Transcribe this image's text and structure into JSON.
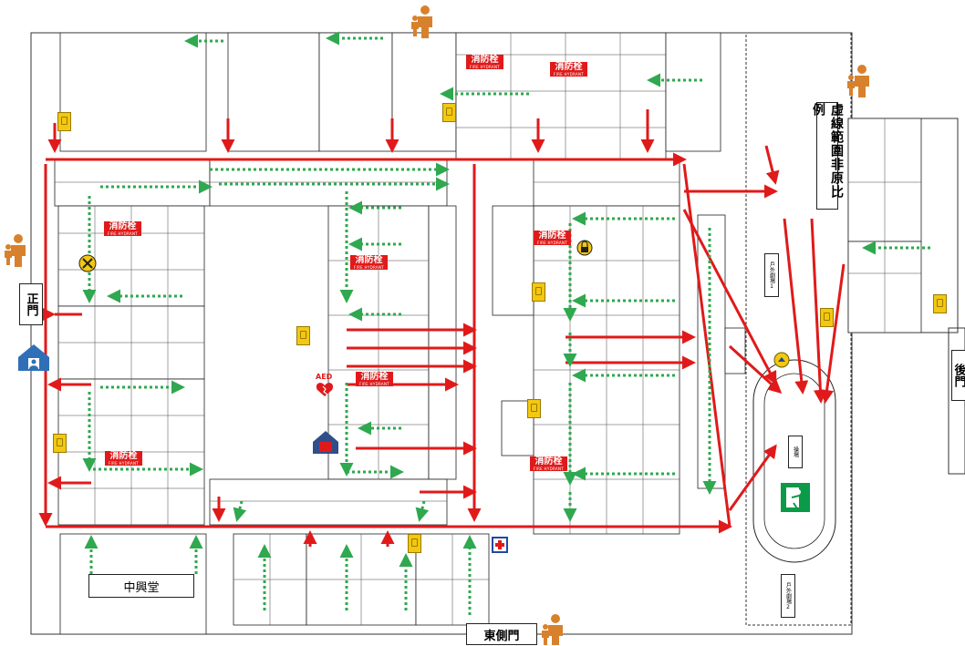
{
  "labels": {
    "main_gate": "正門",
    "rear_gate": "後門",
    "east_side_gate": "東側門",
    "zhongxing_hall": "中興堂",
    "scale_note": "虛線範圍非原比例",
    "playground": "操場",
    "outdoor_stage_1": "戶外劇場1",
    "outdoor_stage_2": "戶外劇場2"
  },
  "hydrant": {
    "text": "消防栓",
    "subtext": "FIRE HYDRANT"
  },
  "aed": {
    "text": "AED"
  },
  "icons": {
    "exit": "emergency-exit-icon",
    "first_aid": "first-aid-icon",
    "aed": "aed-heart-icon",
    "home": "house-icon",
    "person": "person-icon",
    "extinguisher": "fire-extinguisher-icon",
    "assembly": "assembly-point-icon"
  },
  "colors": {
    "route_red": "#e01a1a",
    "route_green": "#2fa84f",
    "hydrant_red": "#e01a1a",
    "extinguisher_yellow": "#f2c811",
    "exit_green": "#0a9a48",
    "person_orange": "#d8812c",
    "home_blue": "#2f6fb8"
  }
}
